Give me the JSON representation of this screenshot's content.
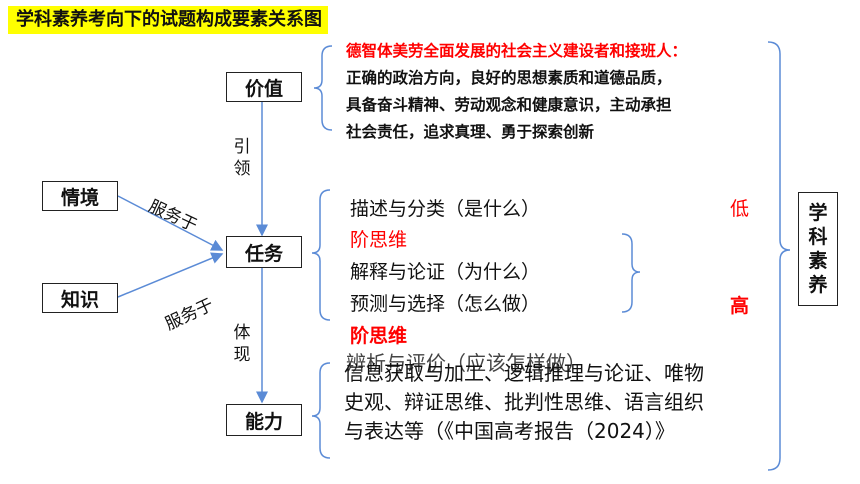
{
  "title": "学科素养考向下的试题构成要素关系图",
  "nodes": {
    "value": "价值",
    "task": "任务",
    "ability": "能力",
    "situation": "情境",
    "knowledge": "知识"
  },
  "edge_labels": {
    "guide": [
      "引",
      "领"
    ],
    "embody": [
      "体",
      "现"
    ],
    "serve_top": "服务于",
    "serve_bottom": "服务于"
  },
  "value_block": {
    "lead": "德智体美劳全面发展的社会主义建设者和接班人：",
    "lines": [
      "正确的政治方向，良好的思想素质和道德品质，",
      "具备奋斗精神、劳动观念和健康意识，主动承担",
      "社会责任，追求真理、勇于探索创新"
    ]
  },
  "task_block": {
    "line1": "描述与分类（是什么）",
    "low_label": "低",
    "low_tail": "阶思维",
    "line2": "解释与论证（为什么）",
    "line3": "预测与选择（怎么做）",
    "high_label": "高",
    "high_tail": "阶思维",
    "overlapped": "辨析与评价（应该怎样做）"
  },
  "ability_block": {
    "lines": [
      "信息获取与加工、逻辑推理与论证、唯物",
      "史观、辩证思维、批判性思维、语言组织",
      "与表达等（《中国高考报告（2024）》"
    ]
  },
  "literacy": [
    "学",
    "科",
    "素",
    "养"
  ],
  "colors": {
    "highlight": "#ffff00",
    "accent_red": "#ff0000",
    "bracket_blue": "#5b8bd6",
    "arrow_blue": "#5b8bd6"
  }
}
